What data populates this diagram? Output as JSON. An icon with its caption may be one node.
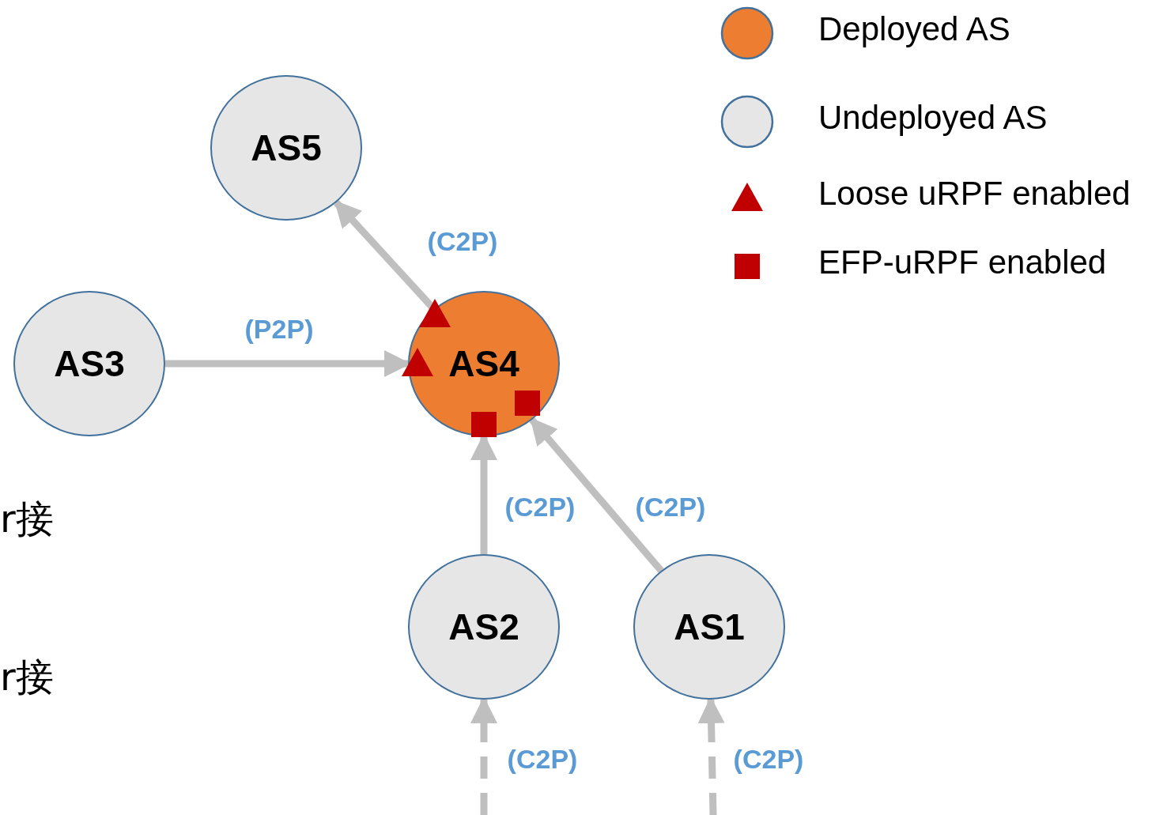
{
  "diagram": {
    "nodes": [
      {
        "text": [
          "AS5"
        ]
      },
      {
        "text": [
          "AS3"
        ]
      },
      {
        "text": [
          "AS4"
        ]
      },
      {
        "text": [
          "AS2"
        ]
      },
      {
        "text": [
          "AS1"
        ]
      }
    ],
    "edges": [
      {
        "from": 2,
        "to": 0,
        "arrow": "to",
        "label": "(C2P)"
      },
      {
        "from": 1,
        "to": 2,
        "arrow": "to",
        "label": "(P2P)"
      },
      {
        "from": 3,
        "to": 2,
        "arrow": "to",
        "label": "(C2P)"
      },
      {
        "from": 4,
        "to": 2,
        "arrow": "to",
        "label": "(C2P)"
      },
      {
        "from": null,
        "to": 3,
        "arrow": "to",
        "label": "(C2P)",
        "style": "dashed"
      },
      {
        "from": null,
        "to": 4,
        "arrow": "to",
        "label": "(C2P)",
        "style": "dashed"
      }
    ],
    "labels": [
      "r接",
      "r接"
    ],
    "legend": [
      {
        "text": "Deployed AS",
        "color": "#ed7d31"
      },
      {
        "text": "Undeployed AS",
        "color": "#e7e6e6"
      },
      {
        "text": "Loose uRPF enabled"
      },
      {
        "text": "EFP-uRPF enabled",
        "color": "#c00000"
      }
    ]
  }
}
